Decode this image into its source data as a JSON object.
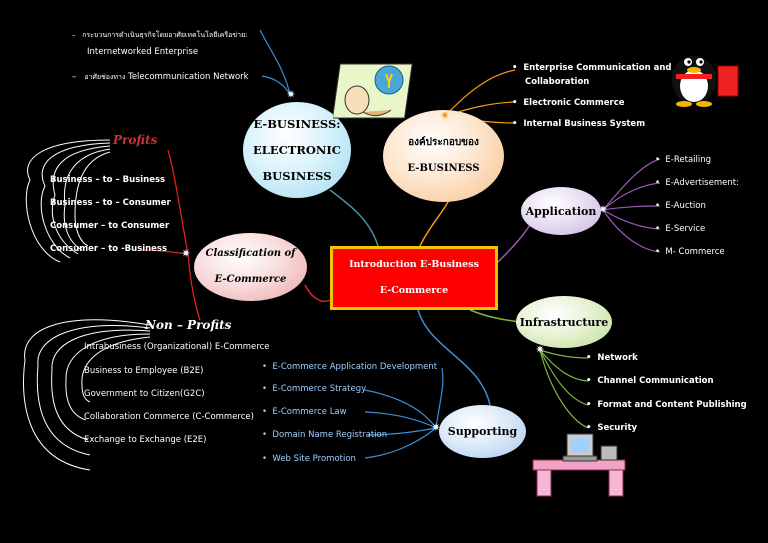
{
  "center": {
    "line1": "Introduction E-Business",
    "line2": "E-Commerce"
  },
  "ebusiness": {
    "lines": [
      "E-BUSINESS:",
      "ELECTRONIC",
      "BUSINESS"
    ],
    "items": [
      {
        "thai": "กระบวนการดำเนินธุรกิจโดยอาศัยเทคโนโลยีเครือข่าย:",
        "en": "Internetworked Enterprise"
      },
      {
        "thai": "อาศัยช่องทาง",
        "en": "Telecommunication Network"
      }
    ]
  },
  "components": {
    "lines": [
      "องค์ประกอบของ",
      "E-BUSINESS"
    ],
    "items": [
      "Enterprise Communication and",
      "Collaboration",
      "Electronic Commerce",
      "Internal Business System"
    ]
  },
  "application": {
    "label": "Application",
    "items": [
      "E-Retailing",
      "E-Advertisement:",
      "E-Auction",
      "E-Service",
      "M- Commerce"
    ]
  },
  "infrastructure": {
    "label": "Infrastructure",
    "items": [
      "Network",
      "Channel Communication",
      "Format and Content Publishing",
      "Security"
    ]
  },
  "supporting": {
    "label": "Supporting",
    "items": [
      "E-Commerce Application Development",
      "E-Commerce Strategy",
      "E-Commerce Law",
      "Domain Name Registration",
      "Web Site Promotion"
    ]
  },
  "classification": {
    "lines": [
      "Classification of",
      "E-Commerce"
    ],
    "profits_heading": "Profits",
    "profits": [
      "Business – to – Business",
      "Business – to – Consumer",
      "Consumer – to Consumer",
      "Consumer – to -Business"
    ],
    "nonprofits_heading": "Non – Profits",
    "nonprofits": [
      "Intrabusiness (Organizational) E-Commerce",
      "Business to Employee (B2E)",
      "Government to Citizen(G2C)",
      "Collaboration Commerce (C-Commerce)",
      "Exchange to Exchange (E2E)"
    ]
  },
  "colors": {
    "orange": "#f39c12",
    "purple": "#9b59b6",
    "green": "#7cb342",
    "blue": "#3b8fd6",
    "red": "#e02020",
    "white": "#ffffff",
    "teal": "#4a90a0"
  }
}
